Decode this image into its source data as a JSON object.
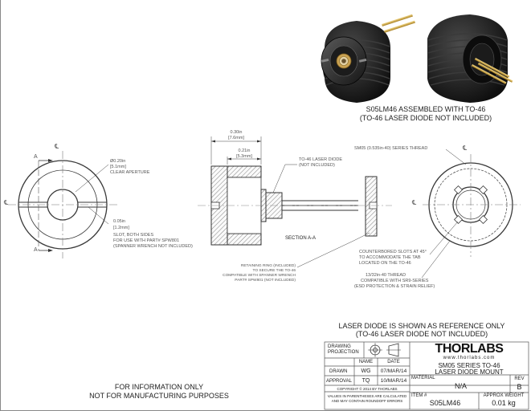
{
  "product_view": {
    "caption_line1": "S05LM46 ASSEMBLED WITH TO-46",
    "caption_line2": "(TO-46 LASER DIODE NOT INCLUDED)"
  },
  "front_view": {
    "section_mark": "A",
    "centerline": "℄",
    "aperture_in": "Ø0.20in",
    "aperture_mm": "[5.1mm]",
    "aperture_label": "CLEAR APERTURE",
    "slot_in": "0.05in",
    "slot_mm": "[1.2mm]",
    "slot_note_1": "SLOT, BOTH SIDES",
    "slot_note_2": "FOR USE WITH PART# SPW801",
    "slot_note_3": "(SPANNER WRENCH NOT INCLUDED)"
  },
  "section_view": {
    "dim_overall_in": "0.30in",
    "dim_overall_mm": "[7.6mm]",
    "dim_inner_in": "0.21in",
    "dim_inner_mm": "[5.3mm]",
    "diode_note_1": "TO-46 LASER DIODE",
    "diode_note_2": "(NOT INCLUDED)",
    "section_label": "SECTION A-A",
    "ring_note_1": "RETAINING RING (INCLUDED)",
    "ring_note_2": "TO SECURE THE TO-46",
    "ring_note_3": "COMPATIBLE WITH SPANNER WRENCH",
    "ring_note_4": "PART# SPW801 (NOT INCLUDED)"
  },
  "back_view": {
    "thread_note": "SM05 (0.535in-40) SERIES THREAD",
    "cb_note_1": "COUNTERBORED SLOTS AT 45°",
    "cb_note_2": "TO ACCOMMODATE THE TAB",
    "cb_note_3": "LOCATED ON THE TO-46",
    "thread2_note_1": "13/32in-40 THREAD",
    "thread2_note_2": "COMPATIBLE WITH  SR9-SERIES",
    "thread2_note_3": "(ESD PROTECTION & STRAIN RELIEF)"
  },
  "reference_note_1": "LASER DIODE IS SHOWN AS REFERENCE ONLY",
  "reference_note_2": "(TO-46 LASER DIODE NOT INCLUDED)",
  "info_note_1": "FOR INFORMATION ONLY",
  "info_note_2": "NOT FOR MANUFACTURING PURPOSES",
  "title_block": {
    "drawing_label": "DRAWING",
    "projection_label": "PROJECTION",
    "logo": "THORLABS",
    "website": "www.thorlabs.com",
    "col_name": "NAME",
    "col_date": "DATE",
    "drawn_label": "DRAWN",
    "drawn_name": "WG",
    "drawn_date": "07/MAR/14",
    "approval_label": "APPROVAL",
    "approval_name": "TQ",
    "approval_date": "10/MAR/14",
    "title_1": "SM05 SERIES TO-46",
    "title_2": "LASER DIODE MOUNT",
    "material_label": "MATERIAL",
    "material_value": "N/A",
    "rev_label": "REV",
    "rev_value": "B",
    "copyright": "COPYRIGHT © 2014 BY THORLABS",
    "values_note_1": "VALUES IN PARENTHESES ARE CALCULATED",
    "values_note_2": "AND MAY CONTAIN ROUNDOFF ERRORS",
    "item_label": "ITEM #",
    "item_value": "S05LM46",
    "weight_label": "APPROX WEIGHT",
    "weight_value": "0.01 kg"
  }
}
